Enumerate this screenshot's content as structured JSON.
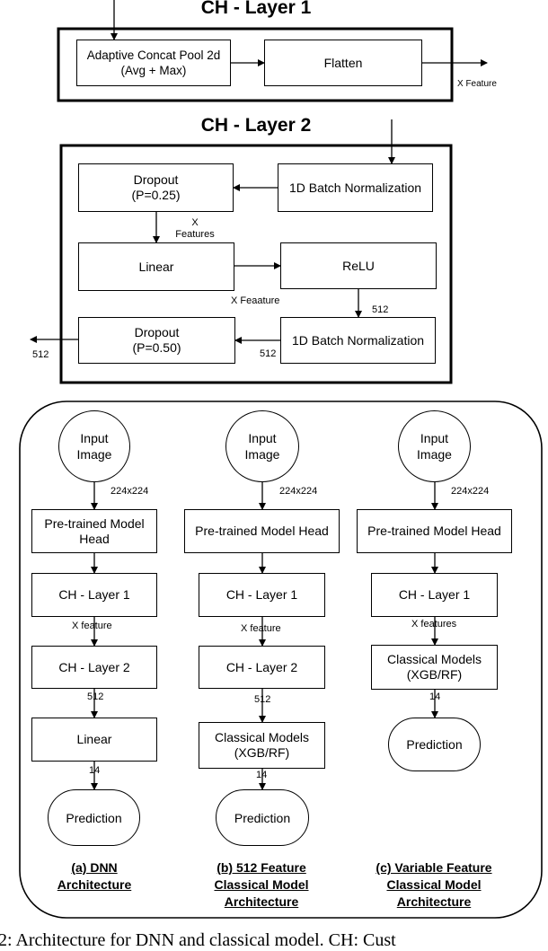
{
  "layer1": {
    "title": "CH - Layer 1",
    "pool": "Adaptive Concat Pool 2d\n(Avg + Max)",
    "flatten": "Flatten",
    "out_label": "X Feature"
  },
  "layer2": {
    "title": "CH - Layer 2",
    "bn1": "1D Batch Normalization",
    "dropout1": "Dropout\n(P=0.25)",
    "x_features": "X\nFeatures",
    "linear": "Linear",
    "relu": "ReLU",
    "x_feaature": "X Feaature",
    "n512_a": "512",
    "bn2": "1D Batch Normalization",
    "n512_b": "512",
    "dropout2": "Dropout\n(P=0.50)",
    "out_512": "512"
  },
  "arch": {
    "input": "Input\nImage",
    "size": "224x224",
    "model_head_a": "Pre-trained Model\nHead",
    "model_head": "Pre-trained Model Head",
    "ch1": "CH - Layer 1",
    "ch2": "CH - Layer 2",
    "x_feature": "X feature",
    "x_features": "X features",
    "n512": "512",
    "linear": "Linear",
    "n14": "14",
    "classical": "Classical Models\n(XGB/RF)",
    "prediction": "Prediction",
    "caption_a": "(a) DNN\nArchitecture",
    "caption_b": "(b) 512 Feature\nClassical Model\nArchitecture",
    "caption_c": "(c) Variable Feature\nClassical Model\nArchitecture"
  },
  "figure_caption": "2: Architecture for DNN and classical model. CH: Cust"
}
